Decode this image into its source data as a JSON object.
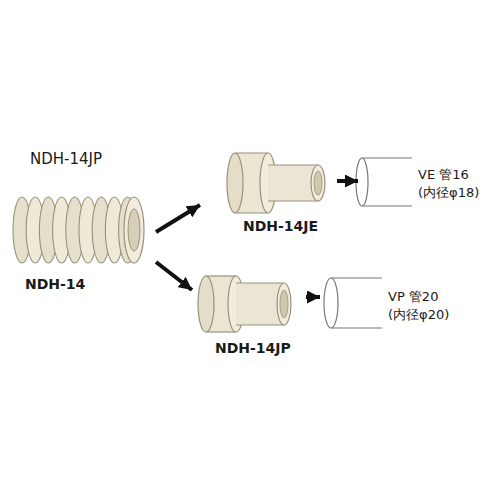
{
  "diagram": {
    "title": "NDH-14JP",
    "nodes": [
      {
        "text": [
          "NDH-14"
        ]
      },
      {
        "text": [
          "NDH-14JE"
        ]
      },
      {
        "text": [
          "VE 管16 (内径φ18)"
        ]
      },
      {
        "text": [
          "NDH-14JP"
        ]
      },
      {
        "text": [
          "VP 管20 (内径φ20)"
        ]
      }
    ],
    "edges": [
      {
        "from": 0,
        "to": 1,
        "arrow": "to"
      },
      {
        "from": 0,
        "to": 3,
        "arrow": "to"
      },
      {
        "from": 1,
        "to": 2,
        "arrow": "to"
      },
      {
        "from": 3,
        "to": 4,
        "arrow": "to"
      }
    ]
  }
}
